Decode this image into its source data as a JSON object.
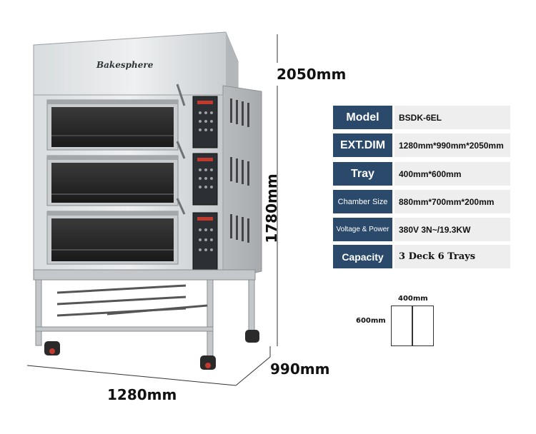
{
  "brand": "Bakesphere",
  "dimensions": {
    "height": "2050mm",
    "middle": "1780mm",
    "depth": "990mm",
    "width": "1280mm"
  },
  "specs": [
    {
      "label": "Model",
      "value": "BSDK-6EL"
    },
    {
      "label": "EXT.DIM",
      "value": "1280mm*990mm*2050mm"
    },
    {
      "label": "Tray",
      "value": "400mm*600mm"
    },
    {
      "label": "Chamber Size",
      "value": "880mm*700mm*200mm"
    },
    {
      "label": "Voltage & Power",
      "value": "380V 3N~/19.3KW"
    },
    {
      "label": "Capacity",
      "value": "3 Deck 6 Trays"
    }
  ],
  "tray_diagram": {
    "top_label": "400mm",
    "side_label": "600mm"
  },
  "colors": {
    "label_bg": "#2b4a6b",
    "value_bg": "#eeeeee",
    "steel": "#bfc3c6"
  }
}
